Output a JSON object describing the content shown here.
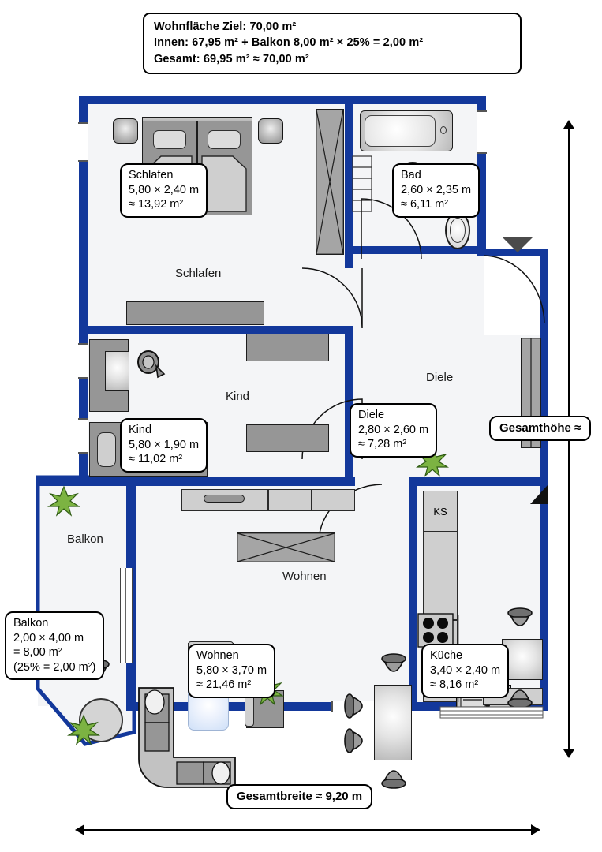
{
  "summary": {
    "line1": "Wohnfläche Ziel: 70,00 m²",
    "line2": "Innen: 67,95 m²  +  Balkon 8,00 m² × 25% = 2,00 m²",
    "line3": "Gesamt: 69,95 m² ≈ 70,00 m²"
  },
  "rooms": {
    "schlafen": {
      "name": "Schlafen",
      "callout_name": "Schlafen",
      "dims": "5,80 × 2,40 m",
      "area": "≈ 13,92 m²"
    },
    "bad": {
      "name": "Bad",
      "callout_name": "Bad",
      "dims": "2,60 × 2,35 m",
      "area": "≈ 6,11 m²"
    },
    "kind": {
      "name": "Kind",
      "callout_name": "Kind",
      "dims": "5,80 × 1,90 m",
      "area": "≈ 11,02 m²"
    },
    "diele": {
      "name": "Diele",
      "callout_name": "Diele",
      "dims": "2,80 × 2,60 m",
      "area": "≈ 7,28 m²"
    },
    "wohnen": {
      "name": "Wohnen",
      "callout_name": "Wohnen",
      "dims": "5,80 × 3,70 m",
      "area": "≈ 21,46 m²"
    },
    "kueche": {
      "name": "Küche",
      "callout_name": "Küche",
      "dims": "3,40 × 2,40 m",
      "area": "≈ 8,16 m²"
    },
    "balkon": {
      "name": "Balkon",
      "callout_name": "Balkon",
      "dims": "2,00 × 4,00 m",
      "area": "= 8,00 m²",
      "note": "(25% = 2,00 m²)"
    }
  },
  "appliances": {
    "fridge_label": "KS"
  },
  "dimensions": {
    "height_label": "Gesamthöhe ≈",
    "width_label": "Gesamtbreite ≈ 9,20 m"
  },
  "colors": {
    "wall": "#13389b",
    "floor": "#f4f5f7",
    "furniture": "#969696",
    "plant": "#7cb342",
    "outline": "#000000"
  }
}
